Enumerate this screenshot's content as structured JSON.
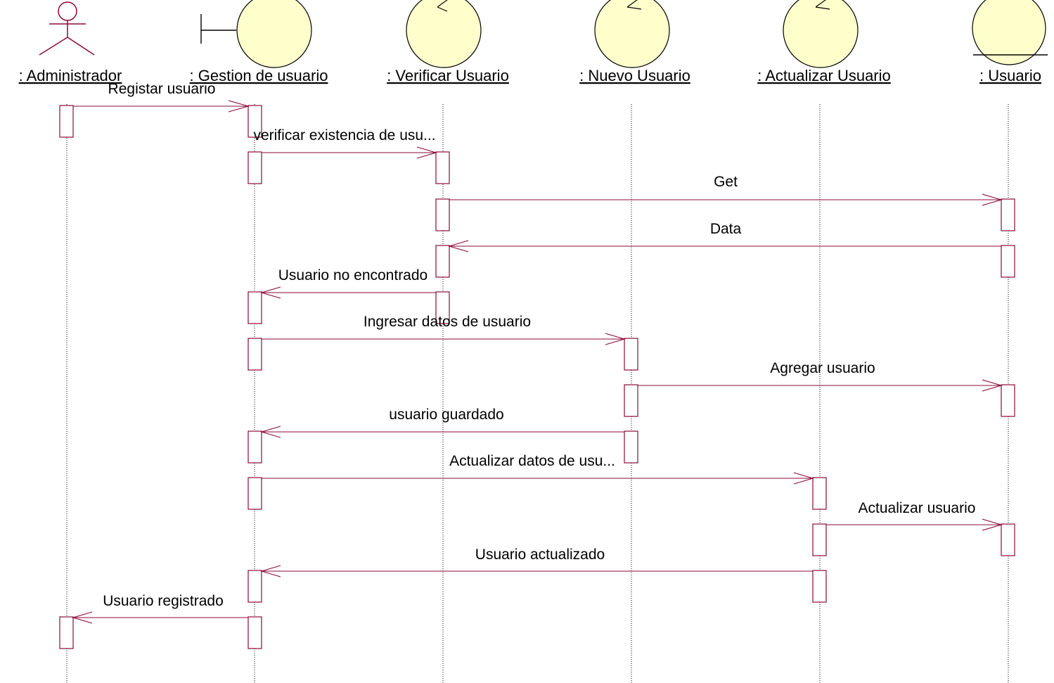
{
  "colors": {
    "line": "#8b0a3a",
    "object_fill": "#ffffcc",
    "background": "#ffffff"
  },
  "objects": [
    {
      "id": "admin",
      "label": ": Administrador",
      "kind": "actor"
    },
    {
      "id": "gestion",
      "label": ": Gestion de usuario",
      "kind": "boundary"
    },
    {
      "id": "verificar",
      "label": ": Verificar Usuario",
      "kind": "control"
    },
    {
      "id": "nuevo",
      "label": ": Nuevo Usuario",
      "kind": "control"
    },
    {
      "id": "actualizar",
      "label": ": Actualizar Usuario",
      "kind": "control"
    },
    {
      "id": "usuario",
      "label": ": Usuario",
      "kind": "entity"
    }
  ],
  "messages": [
    {
      "label": "Registar usuario",
      "from": "admin",
      "to": "gestion"
    },
    {
      "label": "verificar existencia de usu...",
      "from": "gestion",
      "to": "verificar"
    },
    {
      "label": "Get",
      "from": "verificar",
      "to": "usuario"
    },
    {
      "label": "Data",
      "from": "usuario",
      "to": "verificar"
    },
    {
      "label": "Usuario no encontrado",
      "from": "verificar",
      "to": "gestion"
    },
    {
      "label": "Ingresar datos de usuario",
      "from": "gestion",
      "to": "nuevo"
    },
    {
      "label": "Agregar usuario",
      "from": "nuevo",
      "to": "usuario"
    },
    {
      "label": "usuario guardado",
      "from": "nuevo",
      "to": "gestion"
    },
    {
      "label": "Actualizar datos de usu...",
      "from": "gestion",
      "to": "actualizar"
    },
    {
      "label": "Actualizar usuario",
      "from": "actualizar",
      "to": "usuario"
    },
    {
      "label": "Usuario actualizado",
      "from": "actualizar",
      "to": "gestion"
    },
    {
      "label": "Usuario registrado",
      "from": "gestion",
      "to": "admin"
    }
  ]
}
